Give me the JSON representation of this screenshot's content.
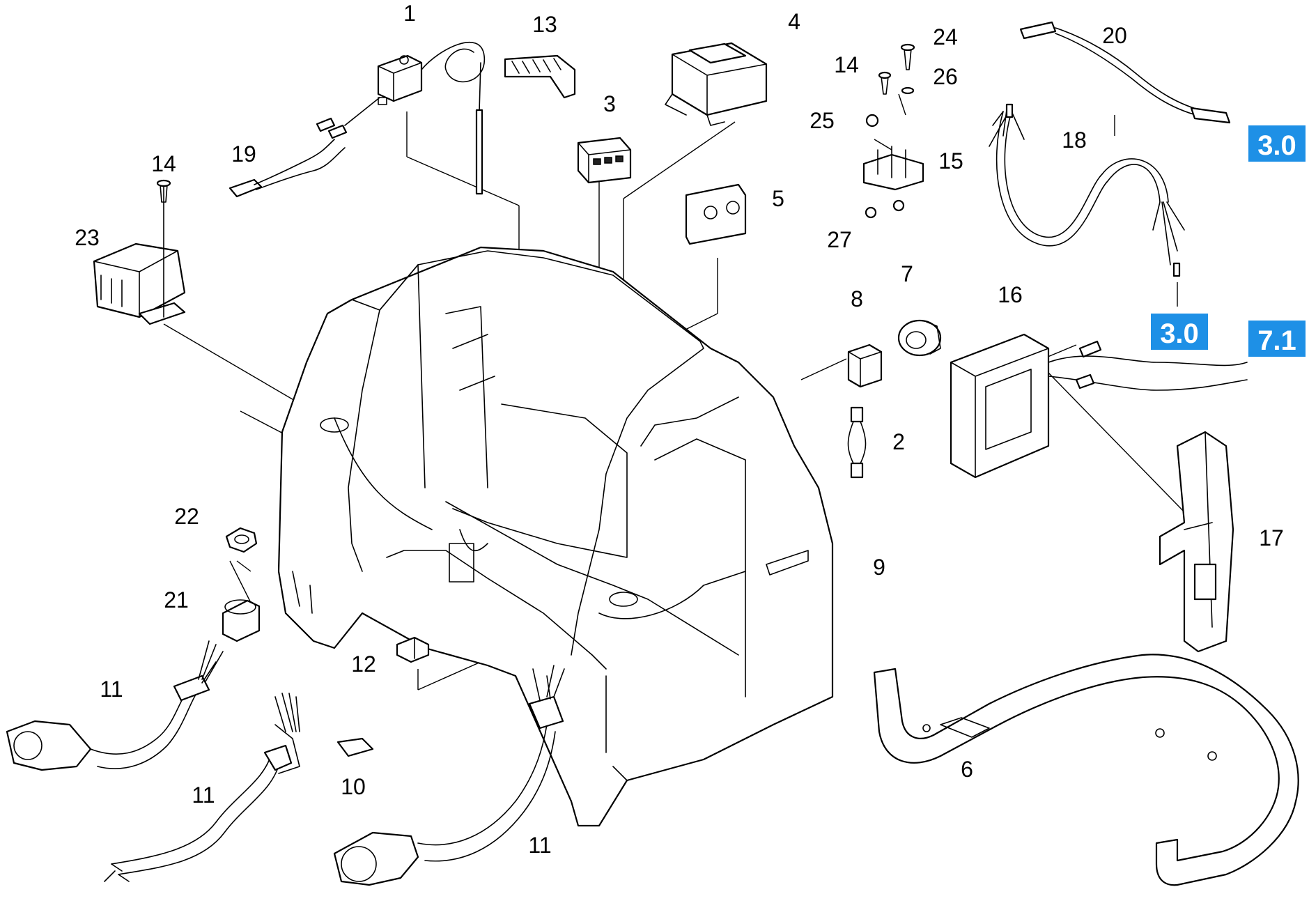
{
  "parts": {
    "1": "1",
    "2": "2",
    "3": "3",
    "4": "4",
    "5": "5",
    "6": "6",
    "7": "7",
    "8": "8",
    "9": "9",
    "10": "10",
    "11": "11",
    "12": "12",
    "13": "13",
    "14": "14",
    "15": "15",
    "16": "16",
    "17": "17",
    "18": "18",
    "19": "19",
    "20": "20",
    "21": "21",
    "22": "22",
    "23": "23",
    "24": "24",
    "25": "25",
    "26": "26",
    "27": "27"
  },
  "badges": {
    "ref_20": "3.0",
    "ref_18": "3.0",
    "ref_16": "7.1"
  },
  "colors": {
    "badge_bg": "#1e90e6",
    "line": "#000000"
  }
}
